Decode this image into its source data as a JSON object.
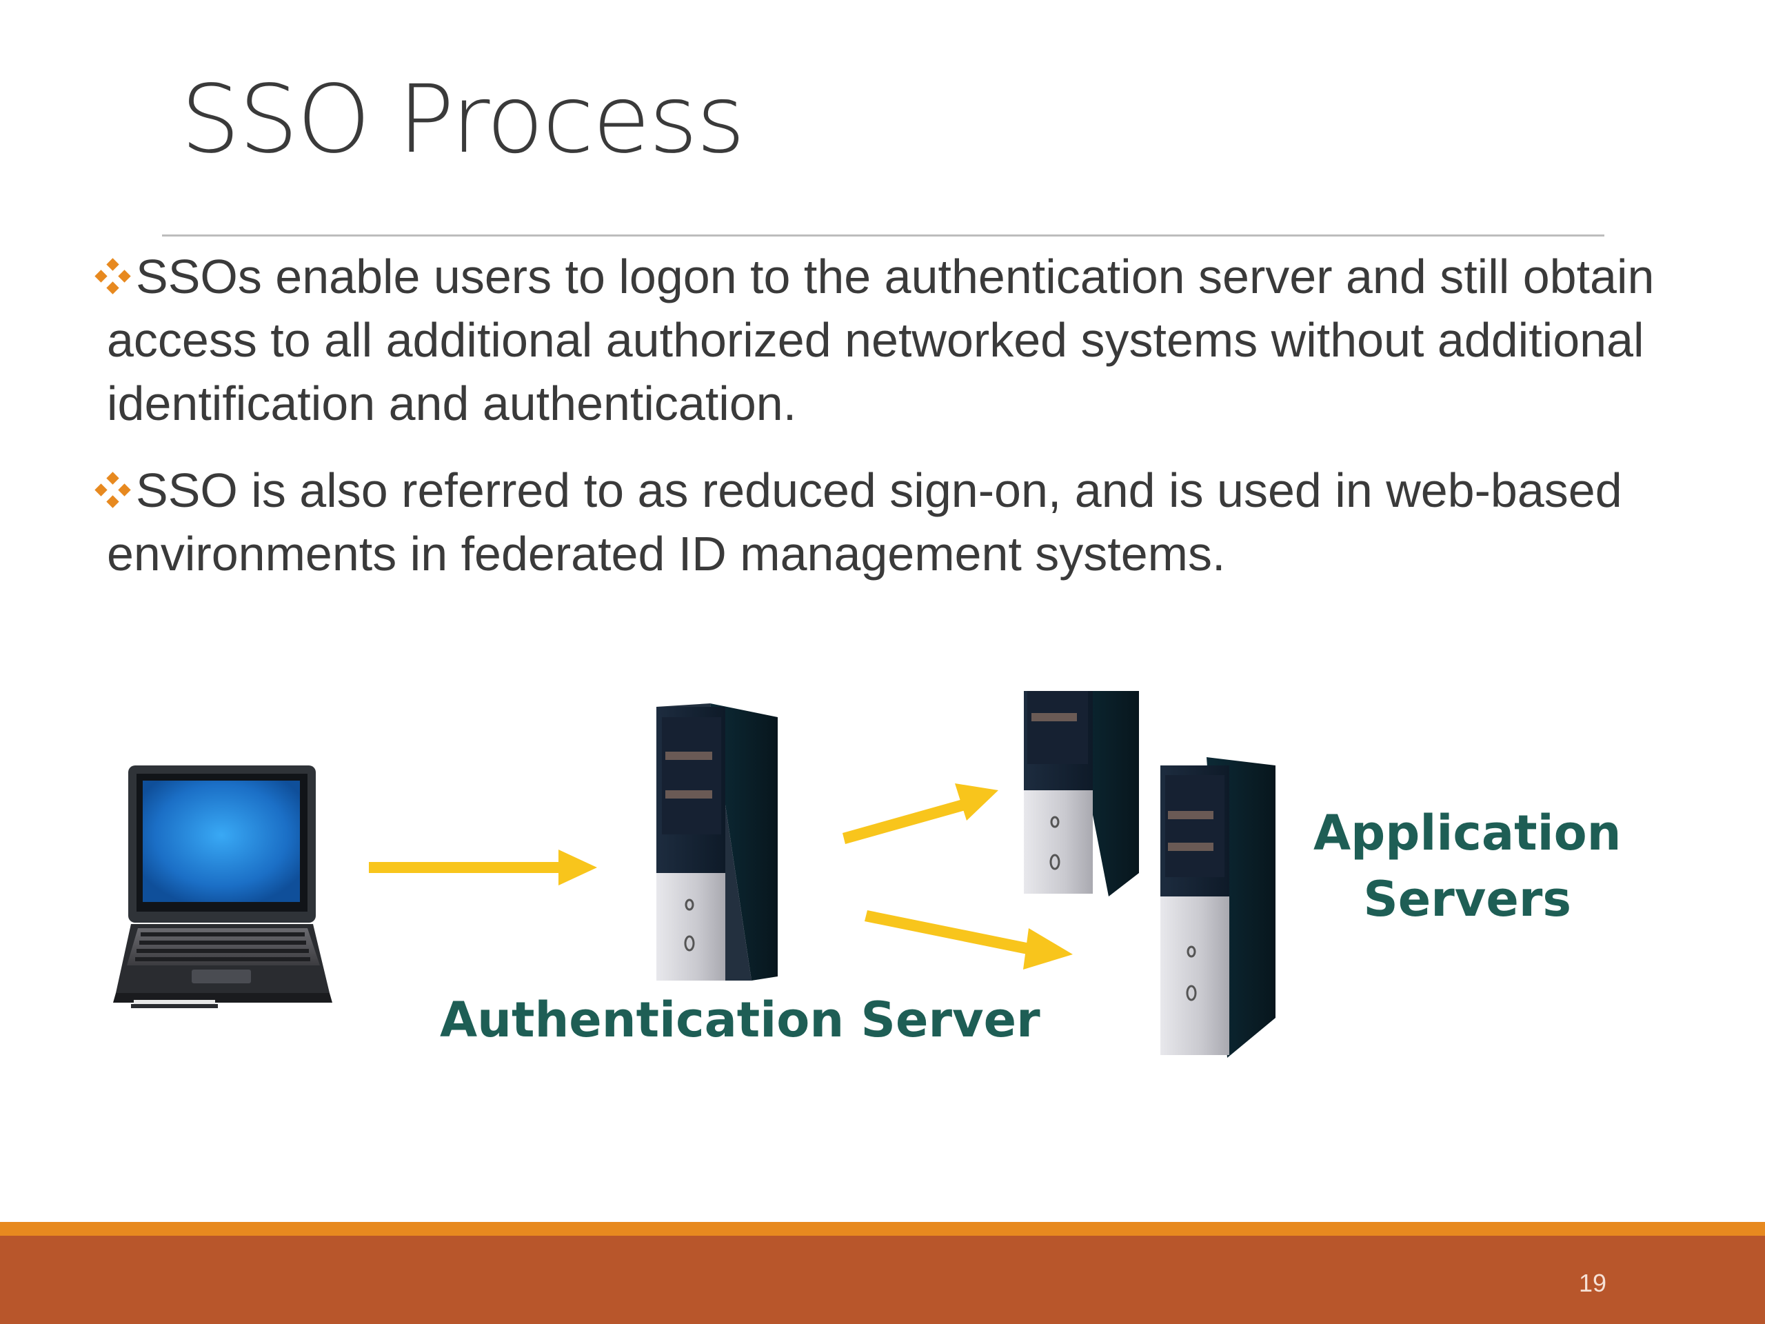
{
  "slide": {
    "title": "SSO Process",
    "page_number": "19"
  },
  "bullets": [
    {
      "text": "SSOs enable users to logon to the authentication server and still obtain access to all additional authorized networked systems without additional identification and authentication."
    },
    {
      "text": "SSO is also referred to as reduced sign-on, and is used in web-based environments in federated ID management systems."
    }
  ],
  "diagram": {
    "auth_server_label": "Authentication Server",
    "app_servers_label_line1": "Application",
    "app_servers_label_line2": "Servers"
  },
  "colors": {
    "bullet_icon": "#e7891f",
    "arrow": "#f8c51c",
    "label": "#1e5e55",
    "footer_stripe": "#e7891f",
    "footer_band": "#b8562b"
  }
}
